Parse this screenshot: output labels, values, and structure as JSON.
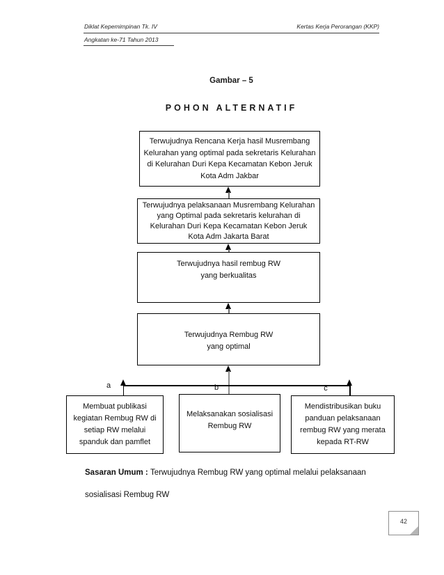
{
  "header": {
    "left": "Diklat Kepemimpinan Tk. IV",
    "right": "Kertas Kerja Perorangan (KKP)",
    "subtitle": "Angkatan ke-71 Tahun 2013"
  },
  "figure": {
    "caption": "Gambar – 5",
    "title": "POHON ALTERNATIF"
  },
  "diagram": {
    "levels": [
      {
        "text": "Terwujudnya Rencana Kerja hasil Musrembang Kelurahan yang optimal pada sekretaris Kelurahan di Kelurahan Duri Kepa Kecamatan Kebon Jeruk Kota Adm Jakbar"
      },
      {
        "text": "Terwujudnya pelaksanaan Musrembang Kelurahan yang Optimal pada sekretaris kelurahan di Kelurahan Duri Kepa Kecamatan Kebon Jeruk Kota Adm Jakarta Barat"
      },
      {
        "text": "Terwujudnya hasil rembug RW yang berkualitas"
      },
      {
        "text": "Terwujudnya Rembug RW yang optimal"
      }
    ],
    "alternatives": [
      {
        "label": "a",
        "text": "Membuat publikasi kegiatan Rembug RW di setiap RW melalui spanduk dan pamflet"
      },
      {
        "label": "b",
        "text": "Melaksanakan sosialisasi Rembug RW"
      },
      {
        "label": "c",
        "text": "Mendistribusikan buku panduan pelaksanaan rembug RW yang merata kepada RT-RW"
      }
    ]
  },
  "footer": {
    "sasaran_label": "Sasaran Umum :",
    "sasaran_text": "Terwujudnya Rembug RW yang optimal melalui pelaksanaan",
    "sasaran_text_line2": "sosialisasi Rembug RW",
    "page_number": "42"
  },
  "colors": {
    "box_border": "#000000",
    "connector_line": "#6e6e6e",
    "text": "#1a1a1a"
  }
}
